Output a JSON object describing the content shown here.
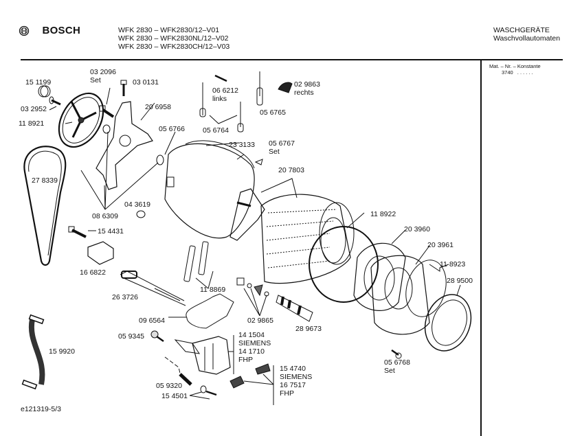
{
  "header": {
    "brand": "BOSCH",
    "models": [
      "WFK 2830 – WFK2830/12–V01",
      "WFK 2830 – WFK2830NL/12–V02",
      "WFK 2830 – WFK2830CH/12–V03"
    ],
    "category": "WASCHGERÄTE",
    "subcategory": "Waschvollautomaten"
  },
  "side_panel": {
    "title": "Mat. – Nr. – Konstante",
    "value": "3740",
    "dots": ". .   . . . ."
  },
  "parts": [
    {
      "id": "p1",
      "number": "15 1199"
    },
    {
      "id": "p2",
      "number": "03 2952"
    },
    {
      "id": "p3",
      "number": "11 8921"
    },
    {
      "id": "p4",
      "number": "03 2096",
      "note": "Set"
    },
    {
      "id": "p5",
      "number": "03 0131"
    },
    {
      "id": "p6",
      "number": "20 6958"
    },
    {
      "id": "p7",
      "number": "05 6766"
    },
    {
      "id": "p8",
      "number": "06 6212",
      "note": "links"
    },
    {
      "id": "p9",
      "number": "05 6764"
    },
    {
      "id": "p10",
      "number": "05 6765"
    },
    {
      "id": "p11",
      "number": "02 9863",
      "note": "rechts"
    },
    {
      "id": "p12",
      "number": "23 3133"
    },
    {
      "id": "p13",
      "number": "05 6767",
      "note": "Set"
    },
    {
      "id": "p14",
      "number": "27 8339"
    },
    {
      "id": "p15",
      "number": "08 6309"
    },
    {
      "id": "p16",
      "number": "04 3619"
    },
    {
      "id": "p17",
      "number": "20 7803"
    },
    {
      "id": "p18",
      "number": "15 4431"
    },
    {
      "id": "p19",
      "number": "16 6822"
    },
    {
      "id": "p20",
      "number": "11 8922"
    },
    {
      "id": "p21",
      "number": "20 3960"
    },
    {
      "id": "p22",
      "number": "20 3961"
    },
    {
      "id": "p23",
      "number": "11 8923"
    },
    {
      "id": "p24",
      "number": "28 9500"
    },
    {
      "id": "p25",
      "number": "11 8869"
    },
    {
      "id": "p26",
      "number": "26 3726"
    },
    {
      "id": "p27",
      "number": "09 6564"
    },
    {
      "id": "p28",
      "number": "02 9865"
    },
    {
      "id": "p29",
      "number": "28 9673"
    },
    {
      "id": "p30",
      "number": "05 9345"
    },
    {
      "id": "p31",
      "number": "14 1504",
      "note": "SIEMENS"
    },
    {
      "id": "p32",
      "number": "14 1710",
      "note": "FHP"
    },
    {
      "id": "p33",
      "number": "15 4740",
      "note": "SIEMENS"
    },
    {
      "id": "p34",
      "number": "16 7517",
      "note": "FHP"
    },
    {
      "id": "p35",
      "number": "05 9320"
    },
    {
      "id": "p36",
      "number": "15 4501"
    },
    {
      "id": "p37",
      "number": "05 6768",
      "note": "Set"
    },
    {
      "id": "p38",
      "number": "15 9920"
    }
  ],
  "footer": {
    "drawing_id": "e121319-5/3"
  }
}
